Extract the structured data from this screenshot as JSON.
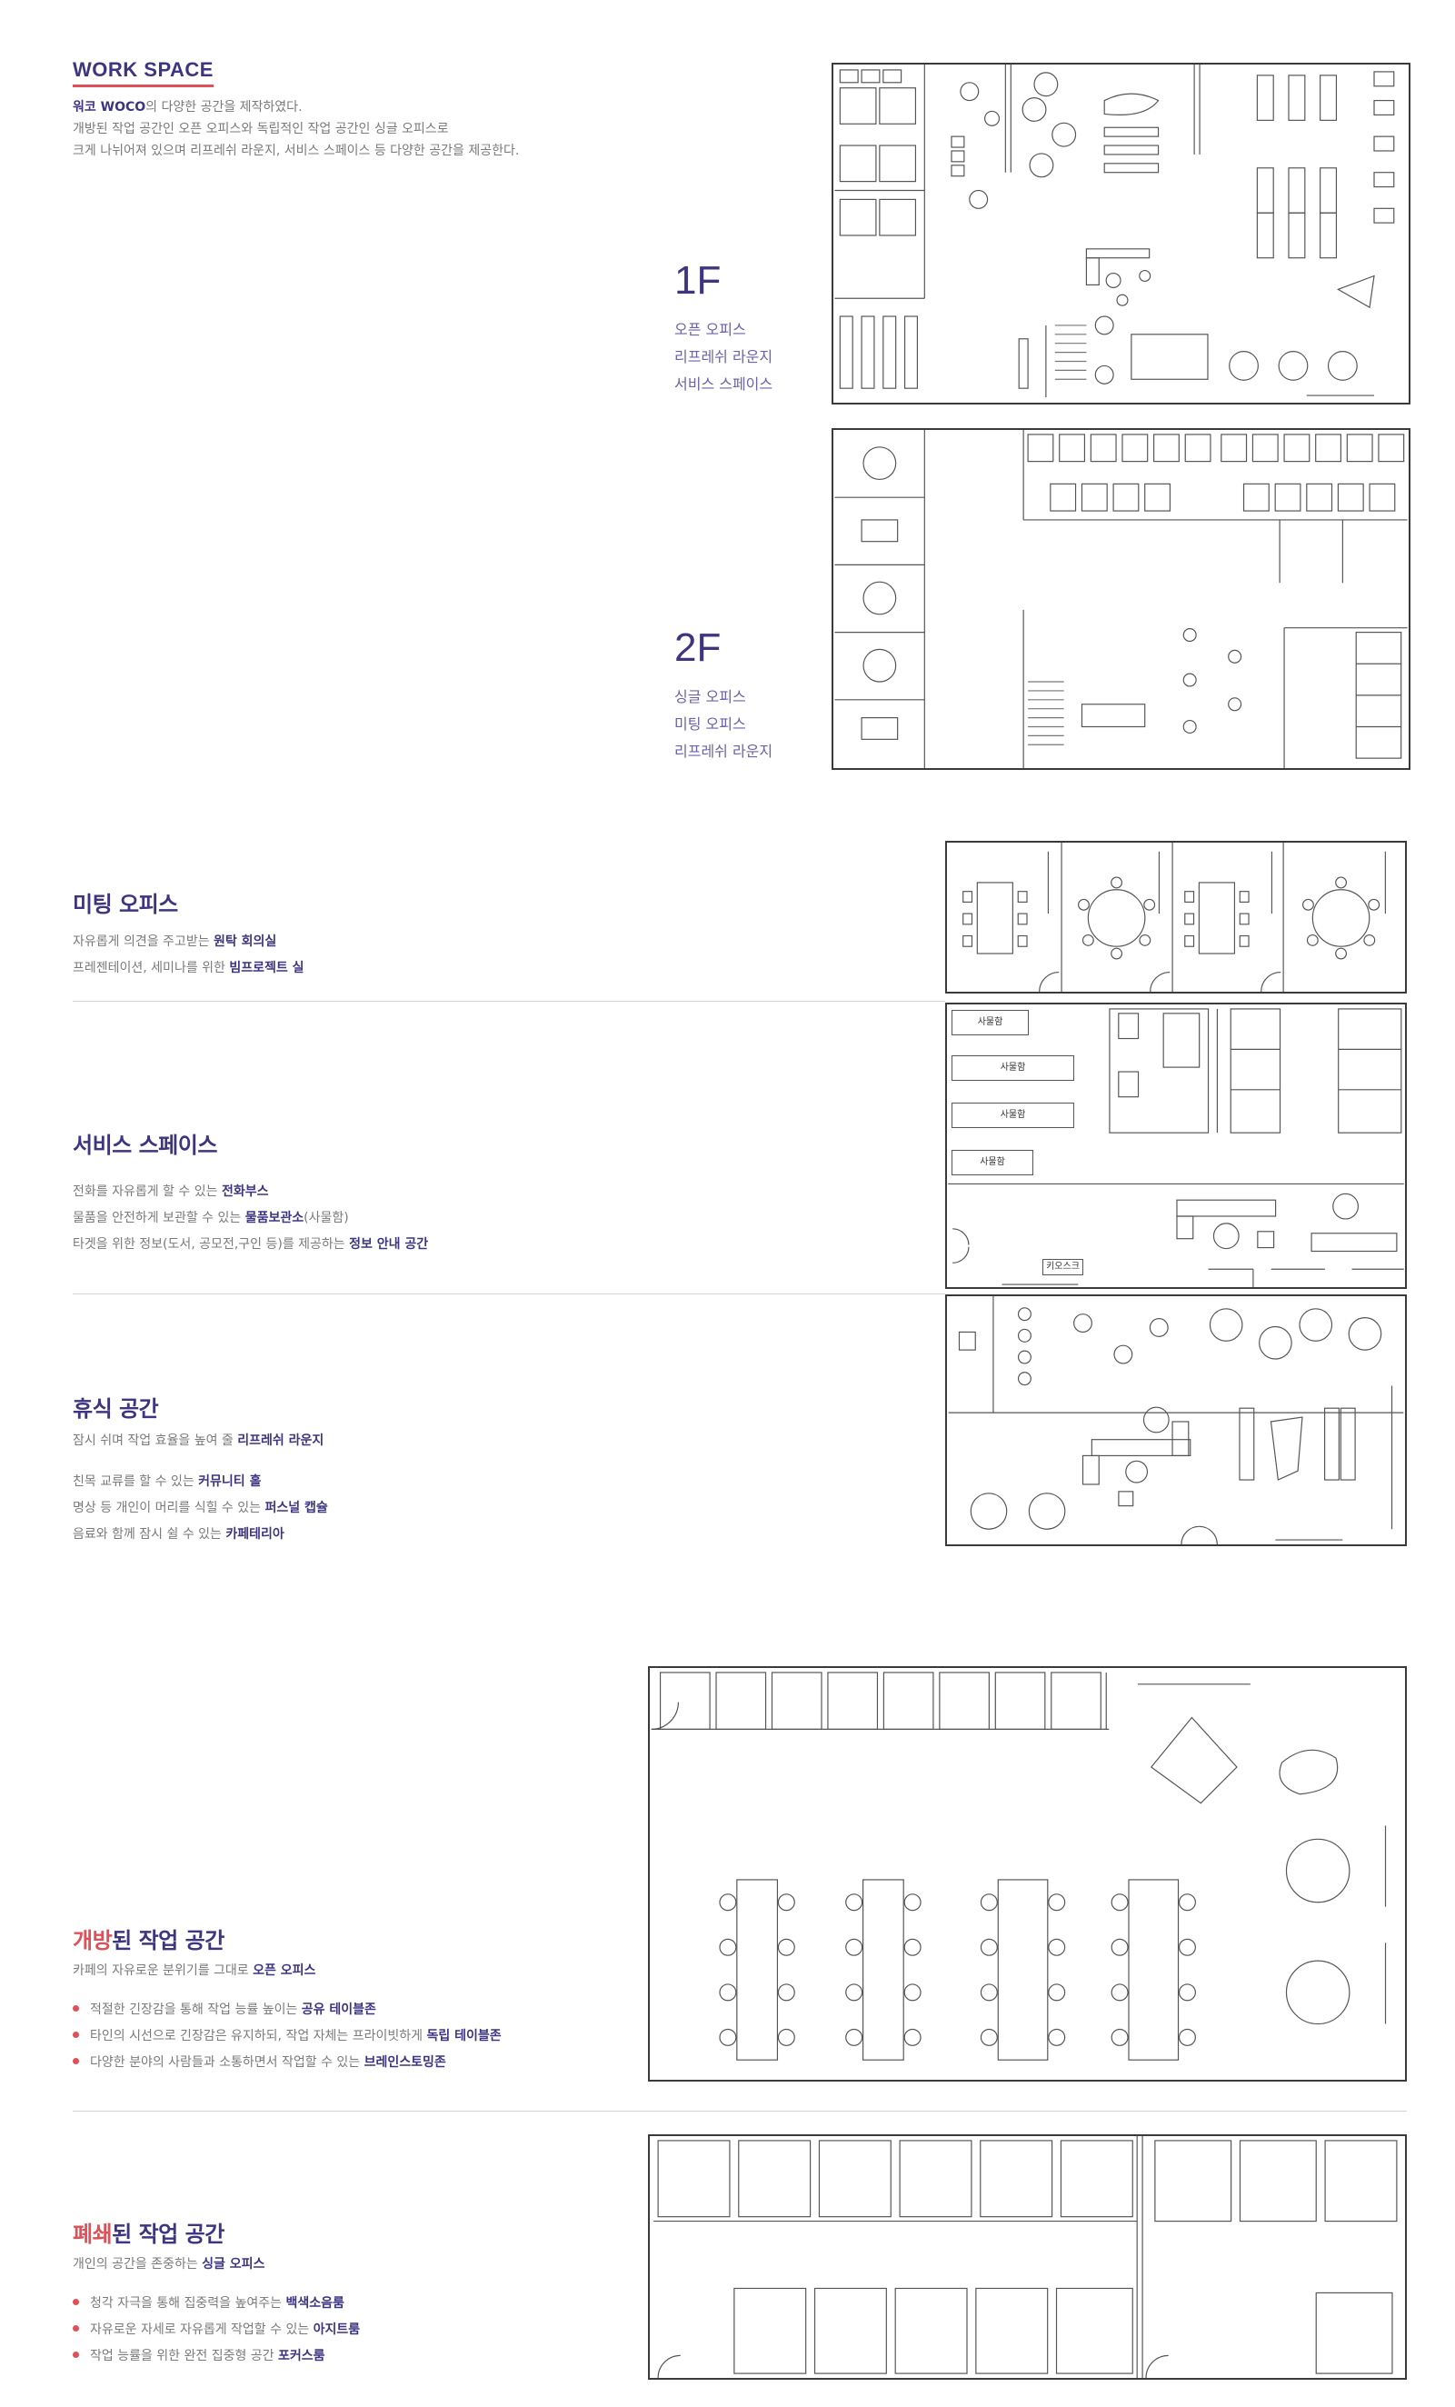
{
  "intro": {
    "title": "WORK SPACE",
    "line1_brand": "워코 WOCO",
    "line1_rest": "의 다양한 공간을 제작하였다.",
    "line2": "개방된 작업 공간인 오픈 오피스와 독립적인 작업 공간인 싱글 오피스로",
    "line3": "크게 나뉘어져 있으며 리프레쉬 라운지, 서비스 스페이스 등 다양한 공간을 제공한다."
  },
  "floors": [
    {
      "label": "1F",
      "items": [
        "오픈 오피스",
        "리프레쉬 라운지",
        "서비스 스페이스"
      ]
    },
    {
      "label": "2F",
      "items": [
        "싱글 오피스",
        "미팅 오피스",
        "리프레쉬 라운지"
      ]
    }
  ],
  "meeting": {
    "title": "미팅 오피스",
    "l1_pre": "자유롭게 의견을 주고받는 ",
    "l1_bold": "원탁 회의실",
    "l2_pre": "프레젠테이션, 세미나를 위한 ",
    "l2_bold": "빔프로젝트 실"
  },
  "service": {
    "title": "서비스 스페이스",
    "l1_pre": "전화를 자유롭게 할 수 있는 ",
    "l1_bold": "전화부스",
    "l2_pre": "물품을 안전하게 보관할 수 있는 ",
    "l2_bold": "물품보관소",
    "l2_post": "(사물함)",
    "l3_pre": "타겟을 위한 정보(도서, 공모전,구인 등)를 제공하는 ",
    "l3_bold": "정보 안내 공간",
    "locker_label": "사물함",
    "kiosk_label": "키오스크"
  },
  "rest": {
    "title": "휴식 공간",
    "l1_pre": "잠시 쉬며 작업 효율을 높여 줄 ",
    "l1_bold": "리프레쉬 라운지",
    "l2_pre": "친목 교류를 할 수 있는 ",
    "l2_bold": "커뮤니티 홀",
    "l3_pre": "명상 등 개인이 머리를 식힐 수 있는 ",
    "l3_bold": "퍼스널 캡슐",
    "l4_pre": "음료와 함께 잠시 쉴 수 있는 ",
    "l4_bold": "카페테리아"
  },
  "open": {
    "title_accent": "개방",
    "title_rest": "된 작업 공간",
    "sub_pre": "카페의 자유로운 분위기를 그대로 ",
    "sub_bold": "오픈 오피스",
    "b1_pre": "적절한 긴장감을 통해 작업 능률 높이는 ",
    "b1_bold": "공유 테이블존",
    "b2_pre": "타인의 시선으로 긴장감은 유지하되, 작업 자체는 프라이빗하게 ",
    "b2_bold": "독립 테이블존",
    "b3_pre": "다양한 분야의 사람들과 소통하면서 작업할 수 있는 ",
    "b3_bold": "브레인스토밍존"
  },
  "closed": {
    "title_accent": "폐쇄",
    "title_rest": "된 작업 공간",
    "sub_pre": "개인의 공간을 존중하는 ",
    "sub_bold": "싱글 오피스",
    "b1_pre": "청각 자극을 통해 집중력을 높여주는 ",
    "b1_bold": "백색소음룸",
    "b2_pre": "자유로운 자세로 자유롭게 작업할 수 있는 ",
    "b2_bold": "아지트룸",
    "b3_pre": "작업 능률을 위한 완전 집중형 공간 ",
    "b3_bold": "포커스룸"
  },
  "colors": {
    "navy": "#3d3580",
    "accent": "#e05058",
    "text": "#7a7a7a",
    "line": "#3a3a3a"
  }
}
